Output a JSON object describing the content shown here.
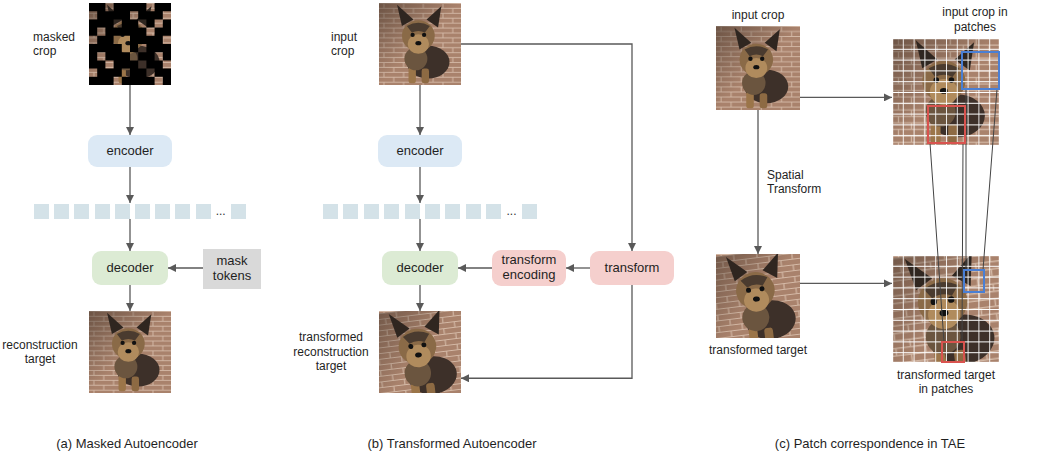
{
  "diagram": {
    "nodes": [
      {
        "text": [
          "masked crop"
        ]
      },
      {
        "text": [
          "encoder"
        ]
      },
      {
        "text": [
          "..."
        ]
      },
      {
        "text": [
          "decoder"
        ]
      },
      {
        "text": [
          "mask tokens"
        ]
      },
      {
        "text": [
          "reconstruction target"
        ]
      },
      {
        "text": [
          "input crop"
        ]
      },
      {
        "text": [
          "encoder"
        ]
      },
      {
        "text": [
          "..."
        ]
      },
      {
        "text": [
          "decoder"
        ]
      },
      {
        "text": [
          "transform encoding"
        ]
      },
      {
        "text": [
          "transform"
        ]
      },
      {
        "text": [
          "transformed reconstruction target"
        ]
      },
      {
        "text": [
          "input crop"
        ]
      },
      {
        "text": [
          "input crop in patches"
        ]
      },
      {
        "text": [
          "transformed target"
        ]
      },
      {
        "text": [
          "transformed target in patches"
        ]
      }
    ],
    "edges": [
      {
        "from": 0,
        "to": 1,
        "arrow": "to"
      },
      {
        "from": 1,
        "to": 2,
        "arrow": "to"
      },
      {
        "from": 2,
        "to": 3,
        "arrow": "to"
      },
      {
        "from": 4,
        "to": 3,
        "arrow": "to"
      },
      {
        "from": 3,
        "to": 5,
        "arrow": "to"
      },
      {
        "from": 6,
        "to": 7,
        "arrow": "to"
      },
      {
        "from": 7,
        "to": 8,
        "arrow": "to"
      },
      {
        "from": 8,
        "to": 9,
        "arrow": "to"
      },
      {
        "from": 11,
        "to": 10,
        "arrow": "to"
      },
      {
        "from": 10,
        "to": 9,
        "arrow": "to"
      },
      {
        "from": 6,
        "to": 11,
        "arrow": "to"
      },
      {
        "from": 11,
        "to": 12,
        "arrow": "to"
      },
      {
        "from": 9,
        "to": 12,
        "arrow": "to"
      },
      {
        "from": 13,
        "to": 15,
        "label": "Spatial Transform",
        "arrow": "to"
      },
      {
        "from": 13,
        "to": 14,
        "arrow": "to"
      },
      {
        "from": 15,
        "to": 16,
        "arrow": "to"
      }
    ],
    "labels": [
      "(a) Masked Autoencoder",
      "(b) Transformed Autoencoder",
      "(c) Patch correspondence in TAE"
    ]
  }
}
